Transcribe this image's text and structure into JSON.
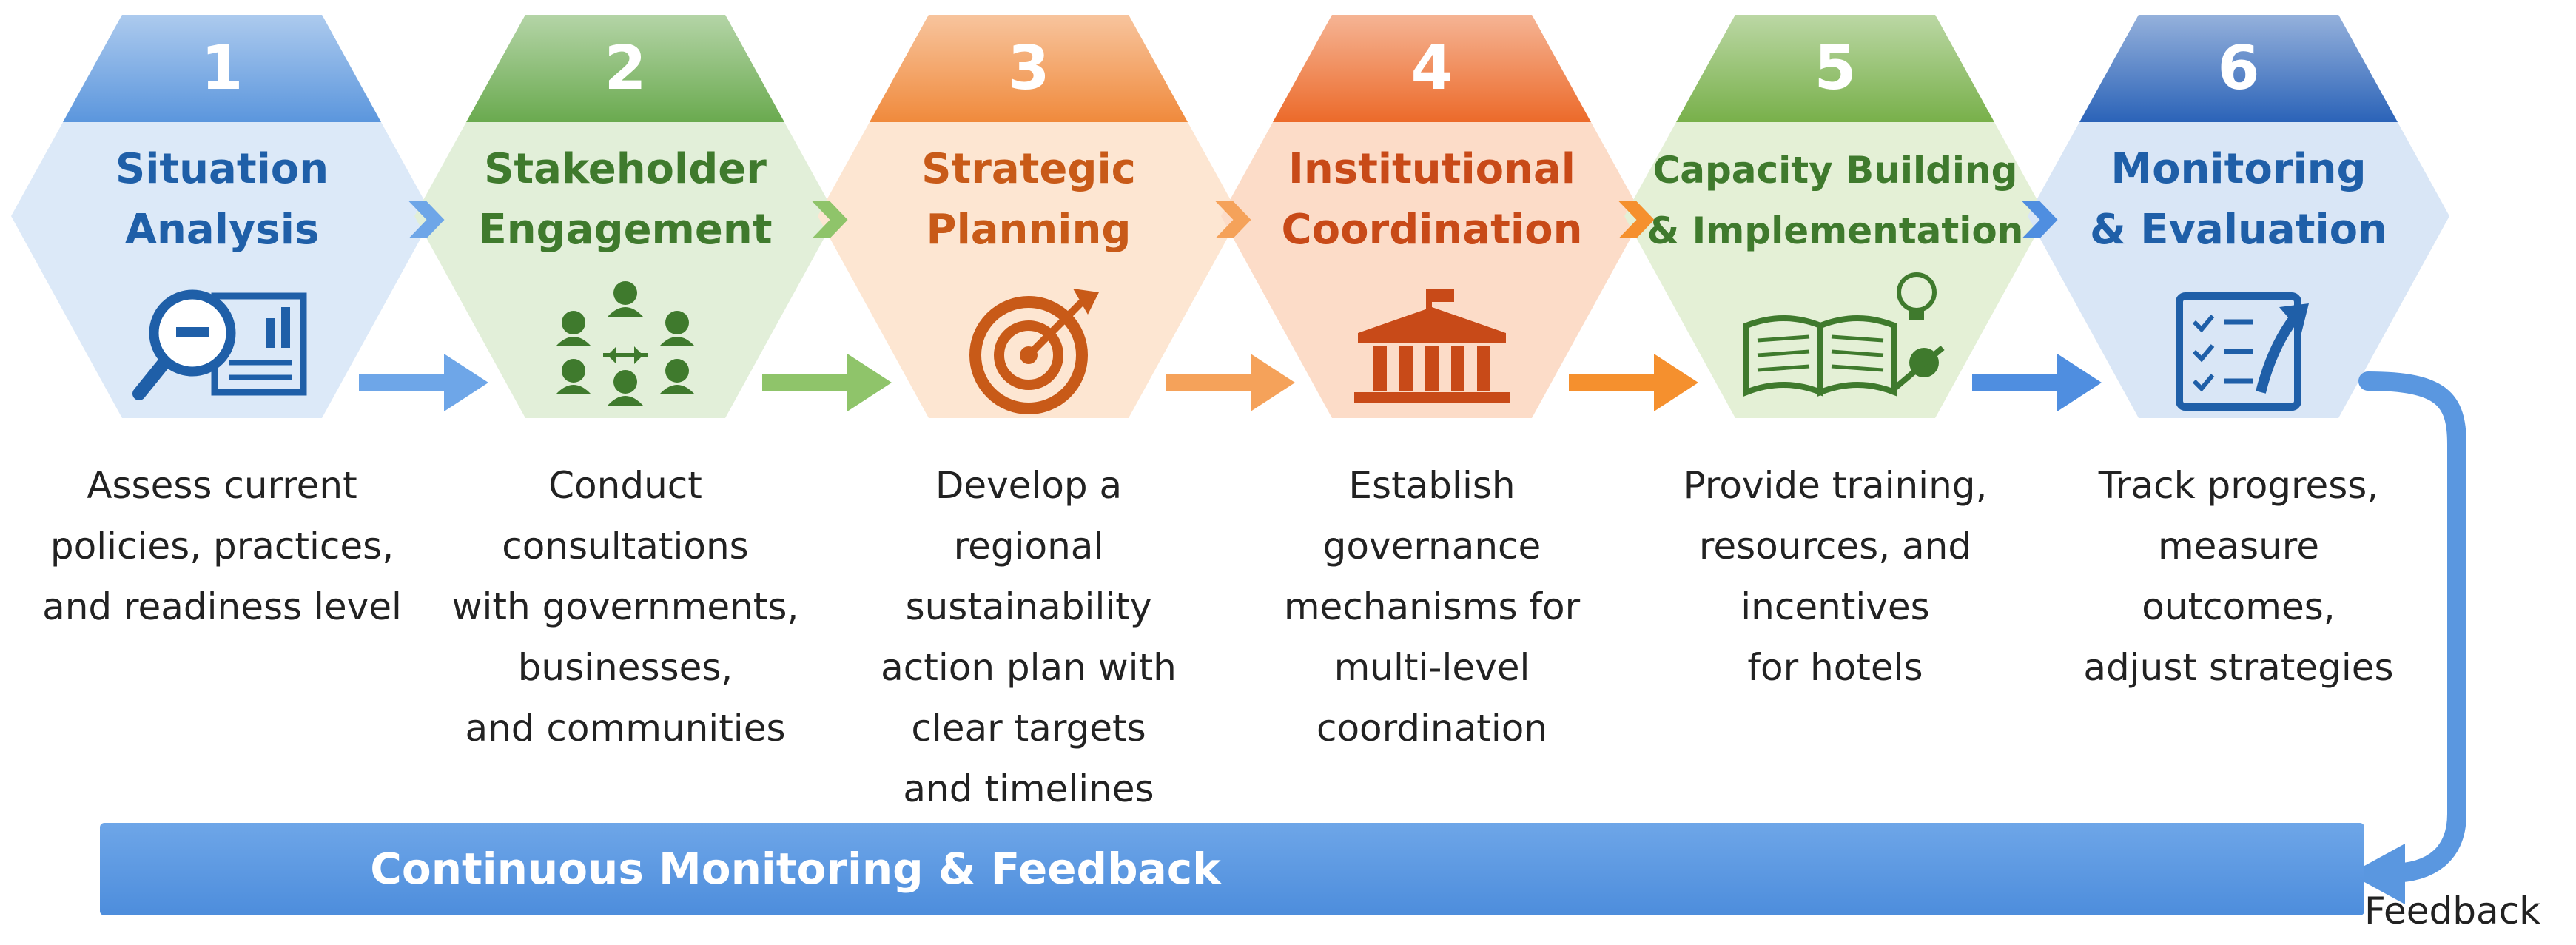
{
  "steps": [
    {
      "number": "1",
      "title_lines": [
        "Situation",
        "Analysis"
      ],
      "icon": "magnifier-report-icon",
      "description": "Assess current\npolicies, practices,\nand readiness level",
      "colors": {
        "top": "#5b96dd",
        "title": "#1f5fa8",
        "fill": "#dce9f8",
        "arrow": "#6ea6e8"
      }
    },
    {
      "number": "2",
      "title_lines": [
        "Stakeholder",
        "Engagement"
      ],
      "icon": "people-network-icon",
      "description": "Conduct\nconsultations\nwith governments,\nbusinesses,\nand communities",
      "colors": {
        "top": "#6aaa4f",
        "title": "#3f7a2d",
        "fill": "#e2efd9",
        "arrow": "#8fc46a"
      }
    },
    {
      "number": "3",
      "title_lines": [
        "Strategic",
        "Planning"
      ],
      "icon": "target-icon",
      "description": "Develop a\nregional sustainability\naction plan with\nclear targets\nand timelines",
      "colors": {
        "top": "#f08a3c",
        "title": "#c85a18",
        "fill": "#fde6d2",
        "arrow": "#f5a25a"
      }
    },
    {
      "number": "4",
      "title_lines": [
        "Institutional",
        "Coordination"
      ],
      "icon": "building-icon",
      "description": "Establish\ngovernance\nmechanisms for\nmulti-level\ncoordination",
      "colors": {
        "top": "#ec6a2a",
        "title": "#c84a18",
        "fill": "#fcdcc8",
        "arrow": "#f5902e"
      }
    },
    {
      "number": "5",
      "title_lines": [
        "Capacity Building",
        "& Implementation"
      ],
      "icon": "book-lightbulb-icon",
      "description": "Provide training,\nresources, and\nincentives\nfor hotels",
      "colors": {
        "top": "#78b04a",
        "title": "#3f7a2d",
        "fill": "#e4f0d6",
        "arrow": "#4f8ee0"
      }
    },
    {
      "number": "6",
      "title_lines": [
        "Monitoring",
        "& Evaluation"
      ],
      "icon": "checklist-chart-icon",
      "description": "Track progress,\nmeasure\noutcomes,\nadjust strategies",
      "colors": {
        "top": "#2b63b8",
        "title": "#1f5fa8",
        "fill": "#d9e6f6",
        "arrow": "#6ea6e8"
      }
    }
  ],
  "feedback_bar": {
    "label": "Continuous Monitoring & Feedback",
    "color": "#5a97e0"
  },
  "feedback_loop_label": "Feedback"
}
